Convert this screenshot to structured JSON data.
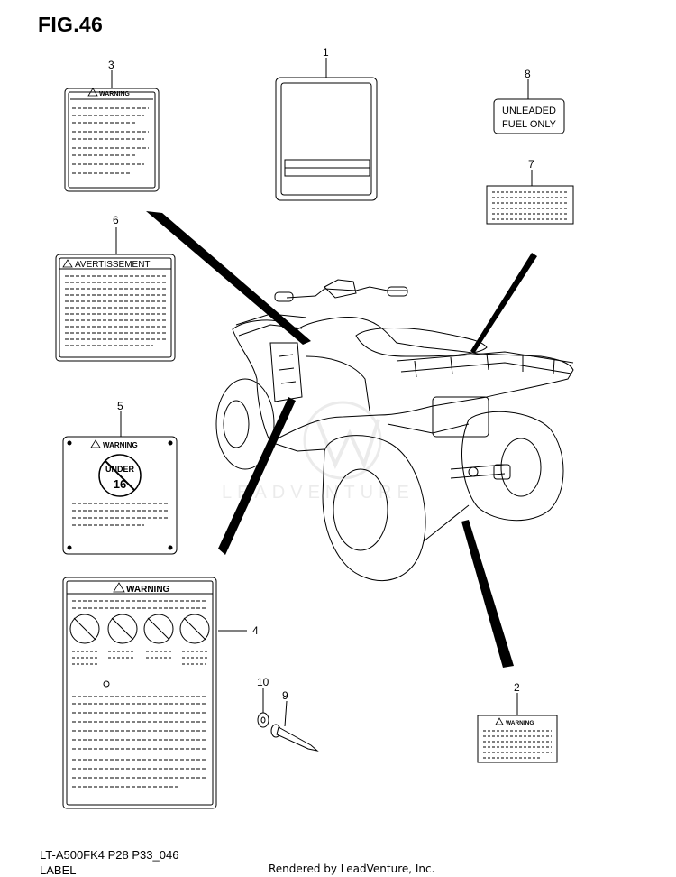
{
  "figure_title": "FIG.46",
  "footer": {
    "model_code": "LT-A500FK4 P28 P33_046",
    "section_label": "LABEL",
    "rendered_by": "Rendered by LeadVenture, Inc."
  },
  "watermark": "LEADVENTURE",
  "callouts": [
    {
      "id": "1",
      "part": "label-1"
    },
    {
      "id": "2",
      "part": "label-2"
    },
    {
      "id": "3",
      "part": "label-3"
    },
    {
      "id": "4",
      "part": "label-4"
    },
    {
      "id": "5",
      "part": "label-5"
    },
    {
      "id": "6",
      "part": "label-6"
    },
    {
      "id": "7",
      "part": "label-7"
    },
    {
      "id": "8",
      "part": "label-8"
    },
    {
      "id": "9",
      "part": "rivet"
    },
    {
      "id": "10",
      "part": "washer"
    }
  ],
  "labels": {
    "warning_header": "WARNING",
    "avertissement_header": "AVERTISSEMENT",
    "under16_top": "UNDER",
    "under16_bottom": "16",
    "fuel_line1": "UNLEADED",
    "fuel_line2": "FUEL ONLY"
  },
  "colors": {
    "ink": "#000000",
    "paper": "#ffffff",
    "watermark": "#d9d9d9"
  }
}
